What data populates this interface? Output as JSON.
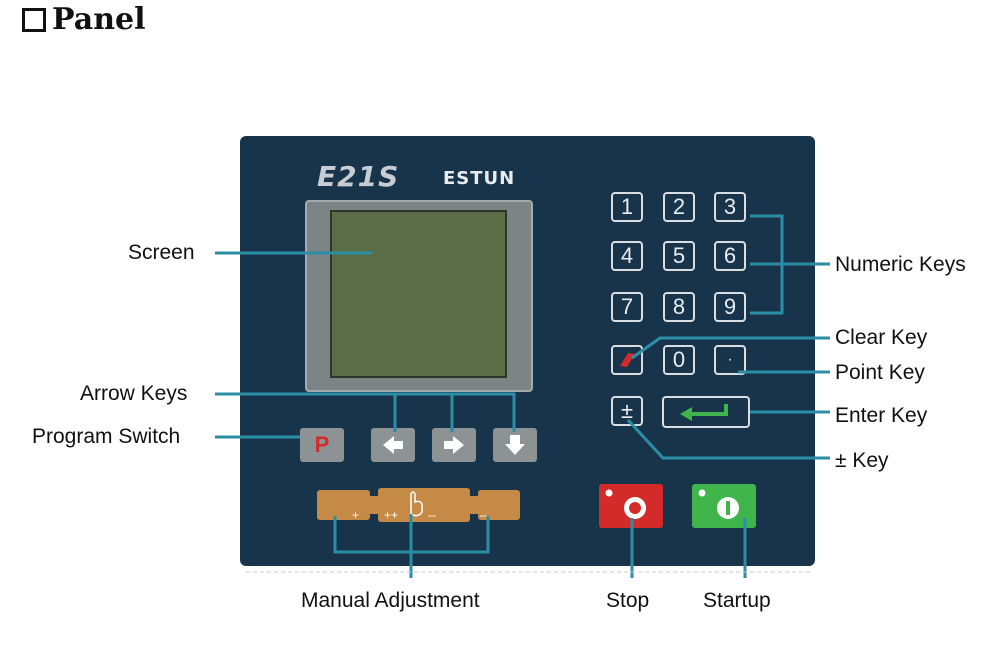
{
  "heading": {
    "text": "Panel"
  },
  "panel": {
    "model": "E21S",
    "brand": "ESTUN"
  },
  "keypad": {
    "digits": [
      "1",
      "2",
      "3",
      "4",
      "5",
      "6",
      "7",
      "8",
      "9"
    ],
    "zero": "0",
    "point": "·",
    "plusminus": "±"
  },
  "program_key": "P",
  "manual_marks": {
    "plus": "+",
    "plusplus": "++",
    "minusminus": "--",
    "minus": "–"
  },
  "labels": {
    "screen": "Screen",
    "arrow_keys": "Arrow Keys",
    "program_switch": "Program Switch",
    "numeric_keys": "Numeric Keys",
    "clear_key": "Clear Key",
    "point_key": "Point Key",
    "enter_key": "Enter Key",
    "pm_key": "± Key",
    "manual_adjustment": "Manual Adjustment",
    "stop": "Stop",
    "startup": "Startup"
  },
  "colors": {
    "panel": "#18344a",
    "leader": "#2a8fa6",
    "stop": "#d32a2a",
    "startup": "#3fb44b",
    "manual": "#c58a45"
  }
}
